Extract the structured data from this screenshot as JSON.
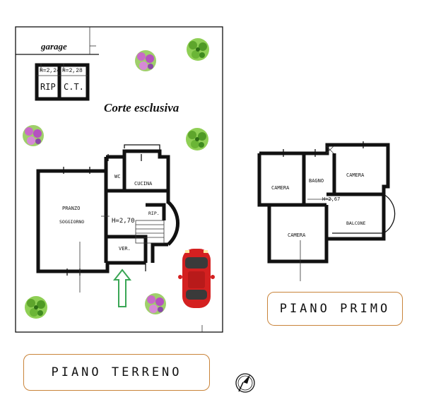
{
  "labels": {
    "garage": "garage",
    "corte": "Corte esclusiva",
    "rip": "RIP.",
    "ct": "C.T.",
    "rip_dim": "H=2,24",
    "ct_dim": "H=2,28",
    "wc": "WC",
    "cucina": "CUCINA",
    "pranzo": "PRANZO",
    "soggiorno": "SOGGIORNO",
    "rip_small": "RIP.",
    "ver": "VER.",
    "height_ground": "H=2,70",
    "camera_left": "CAMERA",
    "bagno": "BAGNO",
    "camera_right": "CAMERA",
    "camera_bottom": "CAMERA",
    "balcone": "BALCONE",
    "height_first": "H=2,67"
  },
  "boxes": {
    "piano_primo": "PIANO PRIMO",
    "piano_terreno": "PIANO TERRENO"
  },
  "colors": {
    "frame": "#c9843a",
    "arrow": "#3aa655",
    "car": "#d42020",
    "tree_green": "#7ac043",
    "tree_pink": "#c86ac8"
  },
  "icons": [
    "tree-icon",
    "car-icon",
    "entrance-arrow-icon",
    "compass-icon"
  ]
}
